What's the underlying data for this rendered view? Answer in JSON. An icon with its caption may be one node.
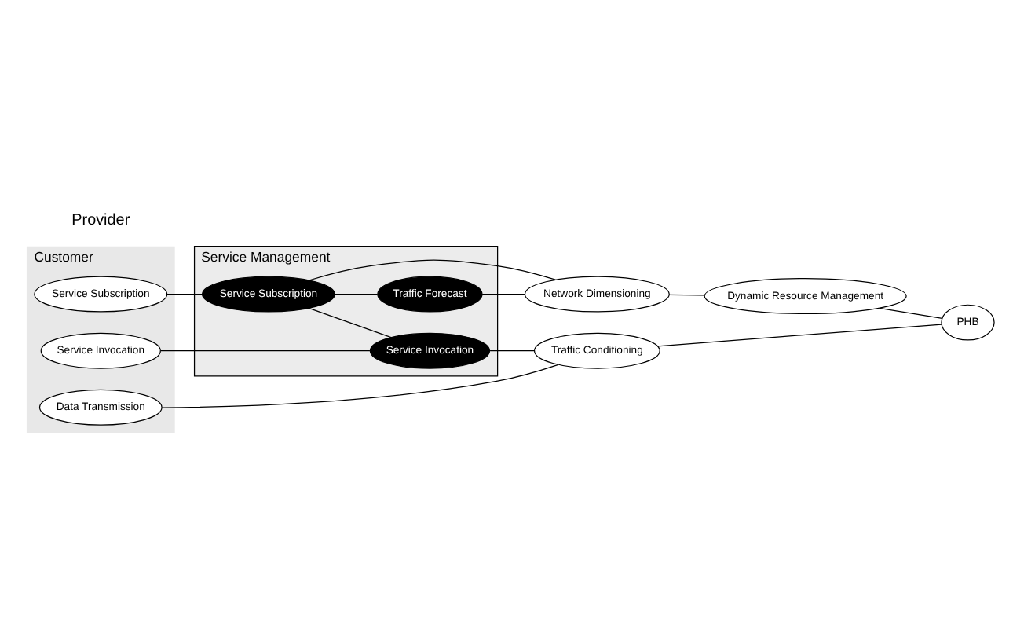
{
  "diagram": {
    "nodes": [
      {
        "text": [
          "Customer"
        ]
      },
      {
        "text": [
          "Service Subscription"
        ],
        "in": 0
      },
      {
        "text": [
          "Service Invocation"
        ],
        "in": 0
      },
      {
        "text": [
          "Data Transmission"
        ],
        "in": 0
      },
      {
        "text": [
          "Service Management"
        ]
      },
      {
        "text": [
          "Traffic Forecast"
        ],
        "in": 4
      },
      {
        "text": [
          "Service Subscription"
        ],
        "in": 4
      },
      {
        "text": [
          "Service Invocation"
        ],
        "in": 4
      },
      {
        "text": [
          "Network Dimensioning"
        ]
      },
      {
        "text": [
          "Dynamic Resource Management"
        ]
      },
      {
        "text": [
          "Traffic Conditioning"
        ]
      },
      {
        "text": [
          "PHB"
        ]
      }
    ],
    "edges": [
      {
        "from": 1,
        "to": 6,
        "arrow": "none"
      },
      {
        "from": 2,
        "to": 7,
        "arrow": "none"
      },
      {
        "from": 3,
        "to": 10,
        "arrow": "none"
      },
      {
        "from": 6,
        "to": 5,
        "arrow": "none"
      },
      {
        "from": 6,
        "to": 8,
        "arrow": "none"
      },
      {
        "from": 6,
        "to": 7,
        "arrow": "none"
      },
      {
        "from": 5,
        "to": 8,
        "arrow": "none"
      },
      {
        "from": 7,
        "to": 10,
        "arrow": "none"
      },
      {
        "from": 8,
        "to": 9,
        "arrow": "none"
      },
      {
        "from": 9,
        "to": 11,
        "arrow": "none"
      },
      {
        "from": 10,
        "to": 11,
        "arrow": "none"
      }
    ],
    "labels": [
      "Provider"
    ]
  }
}
